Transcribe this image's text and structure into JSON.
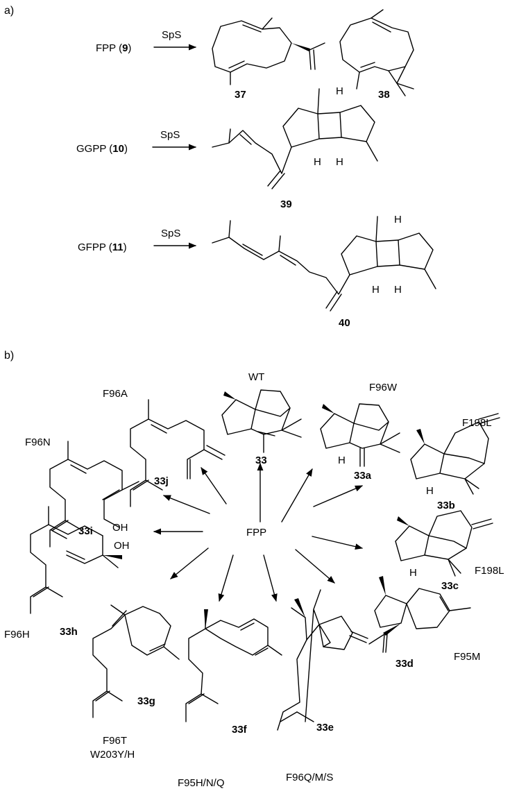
{
  "part_a": {
    "label": "a)",
    "reactions": [
      {
        "substrate": "FPP (",
        "substrate_num": "9",
        "close": ")",
        "enzyme": "SpS",
        "products": [
          "37",
          "38"
        ]
      },
      {
        "substrate": "GGPP (",
        "substrate_num": "10",
        "close": ")",
        "enzyme": "SpS",
        "products": [
          "39"
        ]
      },
      {
        "substrate": "GFPP (",
        "substrate_num": "11",
        "close": ")",
        "enzyme": "SpS",
        "products": [
          "40"
        ]
      }
    ]
  },
  "part_b": {
    "label": "b)",
    "center": "FPP",
    "products": [
      {
        "compound": "33",
        "variant": "WT"
      },
      {
        "compound": "33a",
        "variant": "F96W"
      },
      {
        "compound": "33b",
        "variant": "F198L"
      },
      {
        "compound": "33c",
        "variant": "F198L"
      },
      {
        "compound": "33d",
        "variant": "F95M"
      },
      {
        "compound": "33e",
        "variant": "F96Q/M/S"
      },
      {
        "compound": "33f",
        "variant": "F95H/N/Q"
      },
      {
        "compound": "33g",
        "variant": "F96T",
        "variant2": "W203Y/H"
      },
      {
        "compound": "33h",
        "variant": "F96H"
      },
      {
        "compound": "33i",
        "variant": "F96N",
        "group": "OH"
      },
      {
        "compound": "33j",
        "variant": "F96A"
      }
    ],
    "atom_labels": {
      "h": "H",
      "oh": "OH"
    }
  }
}
